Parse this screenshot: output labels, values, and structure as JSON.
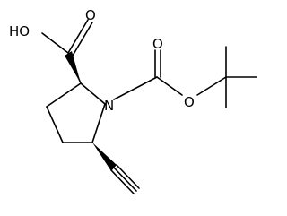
{
  "atoms": {
    "hydroxyl": "HO",
    "carbonyl_oxygen_acid": "O",
    "ring_nitrogen": "N",
    "carbonyl_oxygen_carbamate": "O",
    "ester_oxygen": "O"
  }
}
